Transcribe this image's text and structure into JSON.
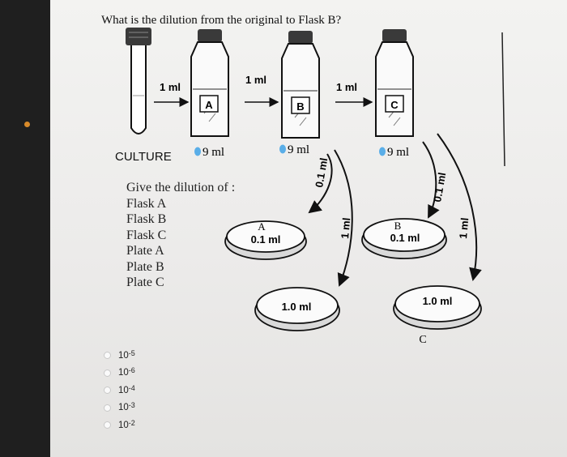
{
  "question": "What is the dilution from the original to Flask B?",
  "diagram": {
    "culture_label": "CULTURE",
    "transfer_label": "1 ml",
    "flask_volume": "9 ml",
    "flasks": [
      "A",
      "B",
      "C"
    ],
    "plate_small_volume": "0.1 ml",
    "plate_large_volume": "1.0 ml",
    "plate_labels": [
      "A",
      "B",
      "C"
    ],
    "arrow_small": "0.1 ml",
    "arrow_large": "1 ml",
    "dot_color": "#5aaee8"
  },
  "prompt": {
    "heading": "Give the dilution of :",
    "items": [
      "Flask A",
      "Flask B",
      "Flask C",
      "Plate A",
      "Plate B",
      "Plate C"
    ]
  },
  "options": [
    {
      "base": "10",
      "exp": "-5"
    },
    {
      "base": "10",
      "exp": "-6"
    },
    {
      "base": "10",
      "exp": "-4"
    },
    {
      "base": "10",
      "exp": "-3"
    },
    {
      "base": "10",
      "exp": "-2"
    }
  ]
}
